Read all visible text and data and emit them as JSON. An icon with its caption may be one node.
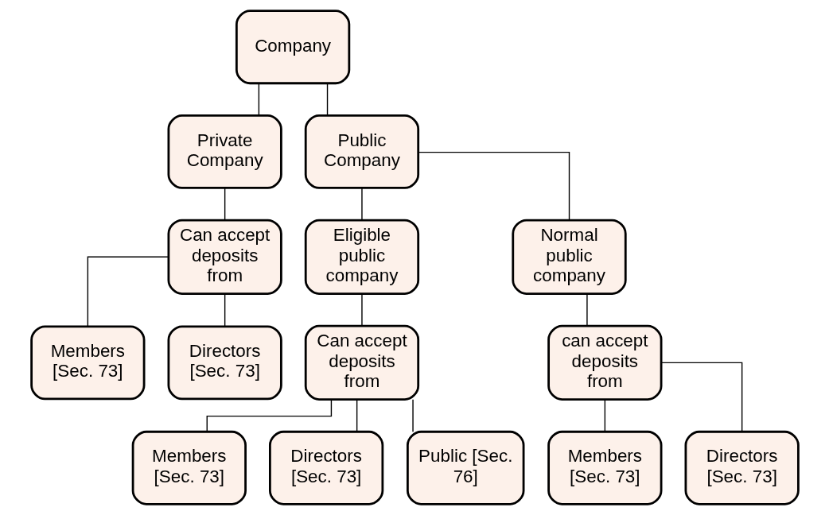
{
  "diagram": {
    "nodes": [
      {
        "text": [
          "Company"
        ]
      },
      {
        "text": [
          "Private Company"
        ]
      },
      {
        "text": [
          "Public Company"
        ]
      },
      {
        "text": [
          "Can accept deposits from"
        ]
      },
      {
        "text": [
          "Eligible public company"
        ]
      },
      {
        "text": [
          "Normal public company"
        ]
      },
      {
        "text": [
          "Members [Sec. 73]"
        ]
      },
      {
        "text": [
          "Directors [Sec. 73]"
        ]
      },
      {
        "text": [
          "Can accept deposits from"
        ]
      },
      {
        "text": [
          "can accept deposits from"
        ]
      },
      {
        "text": [
          "Members [Sec. 73]"
        ]
      },
      {
        "text": [
          "Directors [Sec. 73]"
        ]
      },
      {
        "text": [
          "Public [Sec. 76]"
        ]
      },
      {
        "text": [
          "Members [Sec. 73]"
        ]
      },
      {
        "text": [
          "Directors [Sec. 73]"
        ]
      }
    ],
    "edges": [
      {
        "from": 0,
        "to": 1,
        "arrow": "none"
      },
      {
        "from": 0,
        "to": 2,
        "arrow": "none"
      },
      {
        "from": 1,
        "to": 3,
        "arrow": "none"
      },
      {
        "from": 2,
        "to": 4,
        "arrow": "none"
      },
      {
        "from": 2,
        "to": 5,
        "arrow": "none"
      },
      {
        "from": 3,
        "to": 6,
        "arrow": "none"
      },
      {
        "from": 3,
        "to": 7,
        "arrow": "none"
      },
      {
        "from": 4,
        "to": 8,
        "arrow": "none"
      },
      {
        "from": 5,
        "to": 9,
        "arrow": "none"
      },
      {
        "from": 8,
        "to": 10,
        "arrow": "none"
      },
      {
        "from": 8,
        "to": 11,
        "arrow": "none"
      },
      {
        "from": 8,
        "to": 12,
        "arrow": "none"
      },
      {
        "from": 9,
        "to": 13,
        "arrow": "none"
      },
      {
        "from": 9,
        "to": 14,
        "arrow": "none"
      }
    ]
  }
}
